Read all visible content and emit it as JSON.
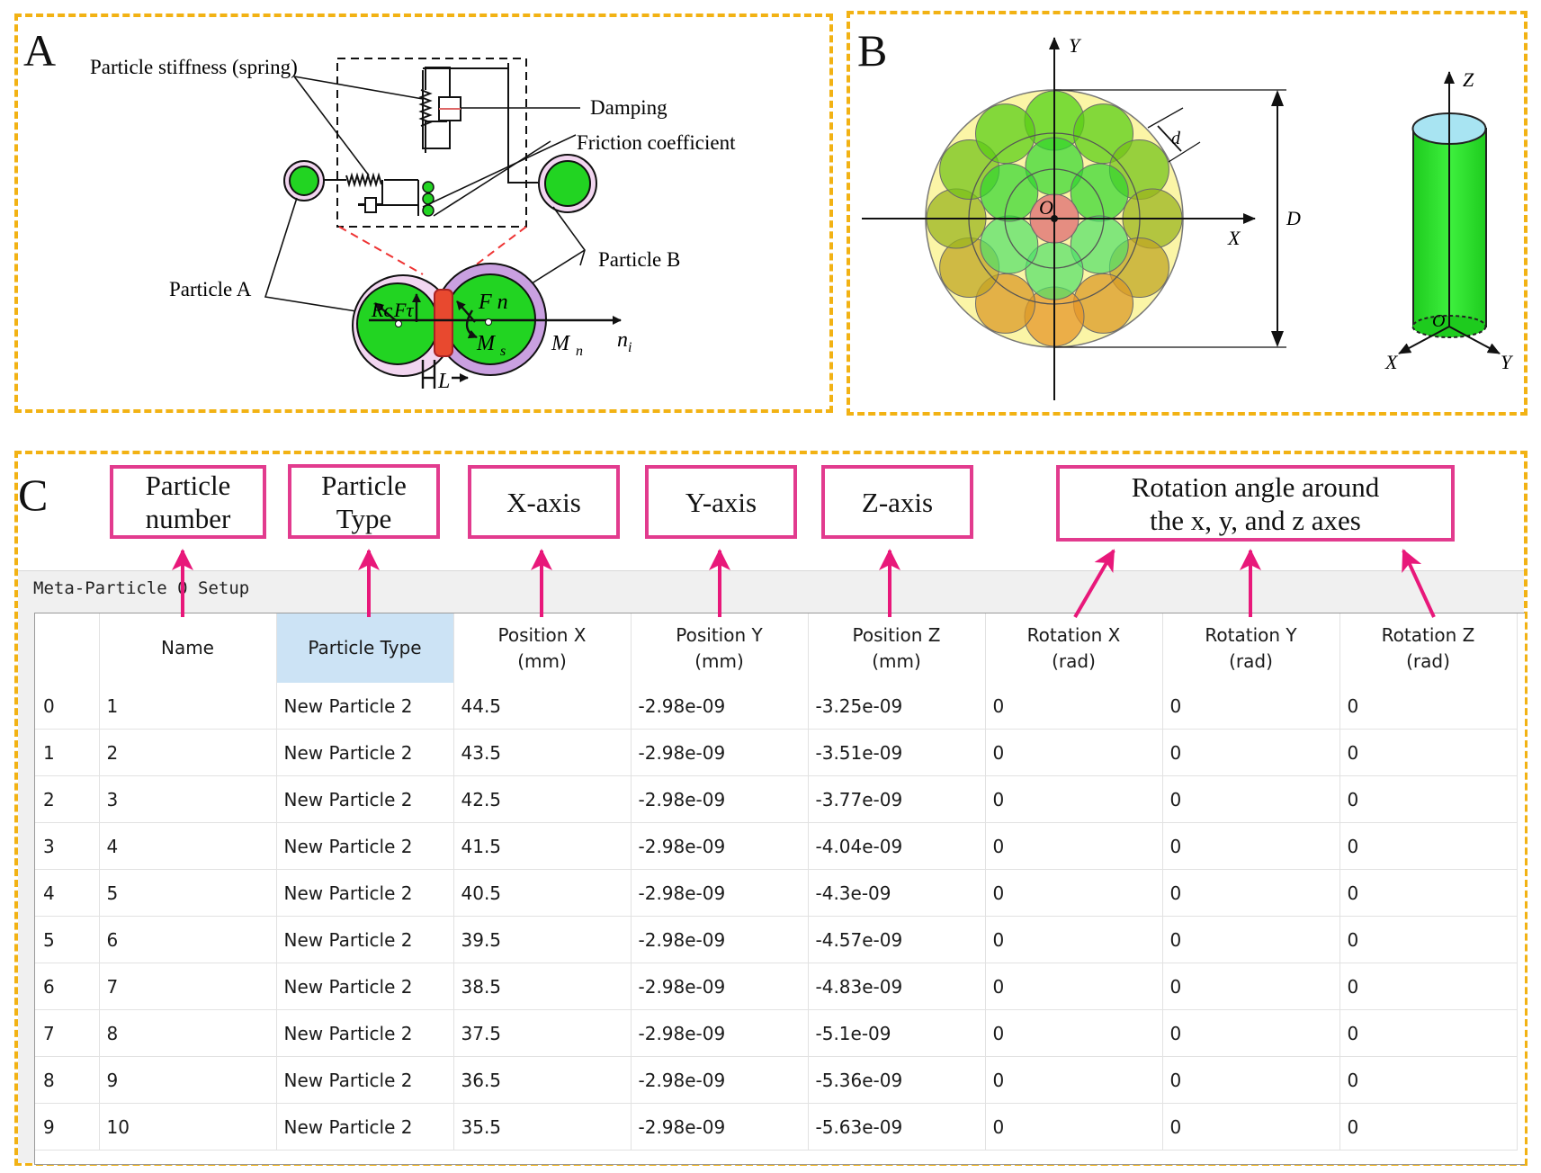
{
  "panel_a": {
    "letter": "A",
    "labels": {
      "stiffness": "Particle stiffness (spring)",
      "damping": "Damping",
      "friction": "Friction coefficient",
      "particle_a": "Particle A",
      "particle_b": "Particle B",
      "rc": "Rc",
      "ft": "Fτ",
      "fn": "F n",
      "ms": "M",
      "ms_sub": "s",
      "mn": "M",
      "mn_sub": "n",
      "ni": "n",
      "ni_sub": "i",
      "l": "L"
    }
  },
  "panel_b": {
    "letter": "B",
    "labels": {
      "y": "Y",
      "x": "X",
      "o": "O",
      "d_small": "d",
      "d_big": "D",
      "cyl_z": "Z",
      "cyl_x": "X",
      "cyl_y": "Y",
      "cyl_o": "O"
    }
  },
  "panel_c": {
    "letter": "C",
    "callouts": [
      "Particle\nnumber",
      "Particle\nType",
      "X-axis",
      "Y-axis",
      "Z-axis",
      "Rotation angle around\nthe x, y, and z axes"
    ],
    "setup_title": "Meta-Particle 0 Setup",
    "table": {
      "headers": [
        "Name",
        "Particle Type",
        "Position X\n(mm)",
        "Position Y\n(mm)",
        "Position Z\n(mm)",
        "Rotation X\n(rad)",
        "Rotation Y\n(rad)",
        "Rotation Z\n(rad)"
      ],
      "rows": [
        [
          "0",
          "1",
          "New Particle 2",
          "44.5",
          "-2.98e-09",
          "-3.25e-09",
          "0",
          "0",
          "0"
        ],
        [
          "1",
          "2",
          "New Particle 2",
          "43.5",
          "-2.98e-09",
          "-3.51e-09",
          "0",
          "0",
          "0"
        ],
        [
          "2",
          "3",
          "New Particle 2",
          "42.5",
          "-2.98e-09",
          "-3.77e-09",
          "0",
          "0",
          "0"
        ],
        [
          "3",
          "4",
          "New Particle 2",
          "41.5",
          "-2.98e-09",
          "-4.04e-09",
          "0",
          "0",
          "0"
        ],
        [
          "4",
          "5",
          "New Particle 2",
          "40.5",
          "-2.98e-09",
          "-4.3e-09",
          "0",
          "0",
          "0"
        ],
        [
          "5",
          "6",
          "New Particle 2",
          "39.5",
          "-2.98e-09",
          "-4.57e-09",
          "0",
          "0",
          "0"
        ],
        [
          "6",
          "7",
          "New Particle 2",
          "38.5",
          "-2.98e-09",
          "-4.83e-09",
          "0",
          "0",
          "0"
        ],
        [
          "7",
          "8",
          "New Particle 2",
          "37.5",
          "-2.98e-09",
          "-5.1e-09",
          "0",
          "0",
          "0"
        ],
        [
          "8",
          "9",
          "New Particle 2",
          "36.5",
          "-2.98e-09",
          "-5.36e-09",
          "0",
          "0",
          "0"
        ],
        [
          "9",
          "10",
          "New Particle 2",
          "35.5",
          "-2.98e-09",
          "-5.63e-09",
          "0",
          "0",
          "0"
        ]
      ]
    }
  },
  "colors": {
    "panel_border": "#f2b214",
    "callout_pink": "#e23b8e",
    "particle_green": "#22d422",
    "particle_outer_a": "#f2d6f0",
    "particle_outer_b": "#c9a0e0",
    "contact_red": "#e8492f",
    "disk_yellow": "#fbf5a6",
    "cylinder_green": "#2de02d",
    "cylinder_top": "#a8e4f2",
    "header_highlight": "#cce3f5"
  }
}
